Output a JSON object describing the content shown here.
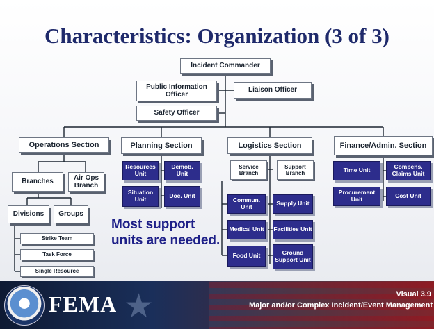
{
  "slide": {
    "title": "Characteristics:  Organization (3 of 3)",
    "note": "Most support units are needed."
  },
  "chart": {
    "incident_commander": "Incident Commander",
    "public_information_officer": "Public Information Officer",
    "liaison_officer": "Liaison Officer",
    "safety_officer": "Safety Officer",
    "sections": {
      "operations": "Operations Section",
      "planning": "Planning Section",
      "logistics": "Logistics Section",
      "finance": "Finance/Admin. Section"
    },
    "operations": {
      "branches": "Branches",
      "air_ops_branch": "Air Ops Branch",
      "divisions": "Divisions",
      "groups": "Groups",
      "strike_team": "Strike Team",
      "task_force": "Task Force",
      "single_resource": "Single Resource"
    },
    "planning_units": {
      "resources": "Resources Unit",
      "demob": "Demob. Unit",
      "situation": "Situation Unit",
      "doc": "Doc. Unit"
    },
    "logistics": {
      "service_branch": "Service Branch",
      "support_branch": "Support Branch",
      "commun": "Commun. Unit",
      "medical": "Medical Unit",
      "food": "Food Unit",
      "supply": "Supply Unit",
      "facilities": "Facilities Unit",
      "ground_support": "Ground Support Unit"
    },
    "finance_units": {
      "time": "Time Unit",
      "compens": "Compens. Claims Unit",
      "procurement": "Procurement Unit",
      "cost": "Cost Unit"
    }
  },
  "footer": {
    "agency": "FEMA",
    "visual_number": "Visual 3.9",
    "course_title": "Major and/or Complex Incident/Event Management"
  }
}
